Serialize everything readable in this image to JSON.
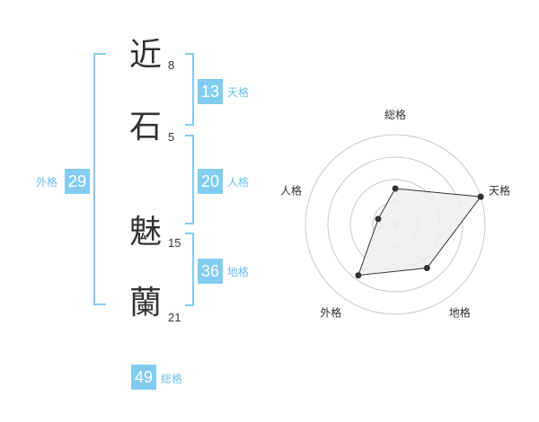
{
  "name": {
    "characters": [
      {
        "char": "近",
        "strokes": "8"
      },
      {
        "char": "石",
        "strokes": "5"
      },
      {
        "char": "魅",
        "strokes": "15"
      },
      {
        "char": "蘭",
        "strokes": "21"
      }
    ]
  },
  "scores": {
    "tenkaku": {
      "value": "13",
      "label": "天格"
    },
    "jinkaku": {
      "value": "20",
      "label": "人格"
    },
    "chikaku": {
      "value": "36",
      "label": "地格"
    },
    "gaikaku": {
      "value": "29",
      "label": "外格"
    },
    "soukaku": {
      "value": "49",
      "label": "総格"
    }
  },
  "chart_data": {
    "type": "radar",
    "axes": [
      "総格",
      "天格",
      "地格",
      "外格",
      "人格"
    ],
    "values": [
      2,
      5,
      3,
      3.5,
      1
    ],
    "max": 5,
    "rings": 4,
    "fill_color": "#efefef",
    "line_color": "#333333",
    "grid_color": "#c8c8c8"
  }
}
